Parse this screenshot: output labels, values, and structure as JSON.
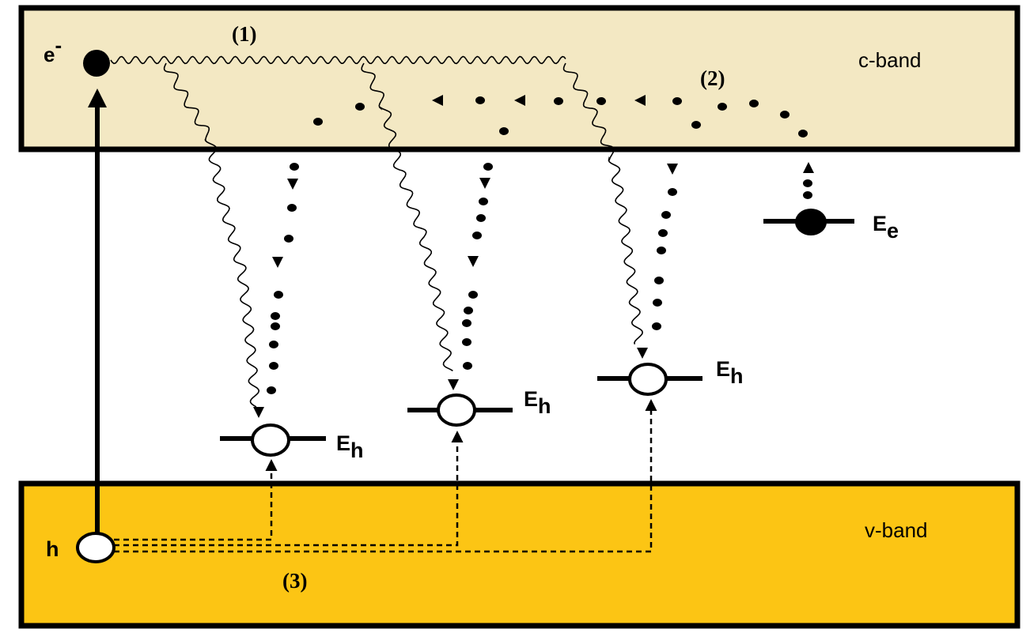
{
  "diagram": {
    "bands": {
      "conduction": {
        "label": "c-band",
        "color": "#f3e8c3"
      },
      "valence": {
        "label": "v-band",
        "color": "#fcc514"
      }
    },
    "carriers": {
      "electron": {
        "symbol": "e",
        "superscript": "-"
      },
      "hole": {
        "symbol": "h"
      }
    },
    "levels": {
      "electron_trap": {
        "base": "E",
        "subscript": "e"
      },
      "hole_traps": [
        {
          "base": "E",
          "subscript": "h"
        },
        {
          "base": "E",
          "subscript": "h"
        },
        {
          "base": "E",
          "subscript": "h"
        }
      ]
    },
    "processes": [
      {
        "label": "(1)"
      },
      {
        "label": "(2)"
      },
      {
        "label": "(3)"
      }
    ]
  }
}
